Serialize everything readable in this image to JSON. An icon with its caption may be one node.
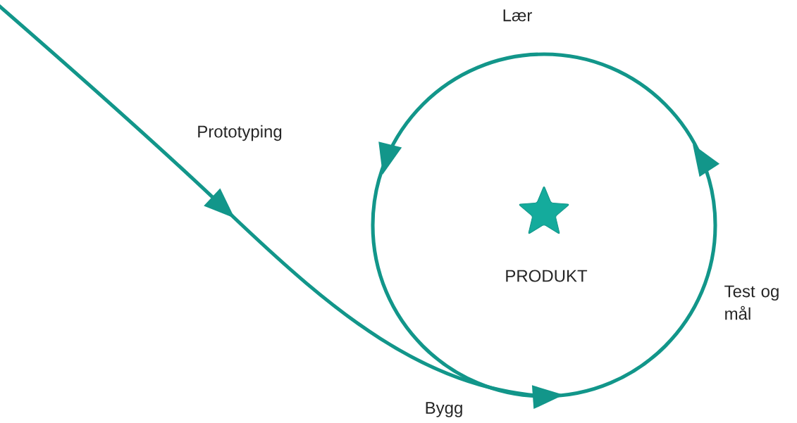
{
  "diagram": {
    "nodes": [
      {
        "text": [
          "PRODUKT"
        ]
      }
    ],
    "labels": [
      "Lær",
      "Prototyping",
      "Test og mål",
      "Bygg"
    ]
  }
}
